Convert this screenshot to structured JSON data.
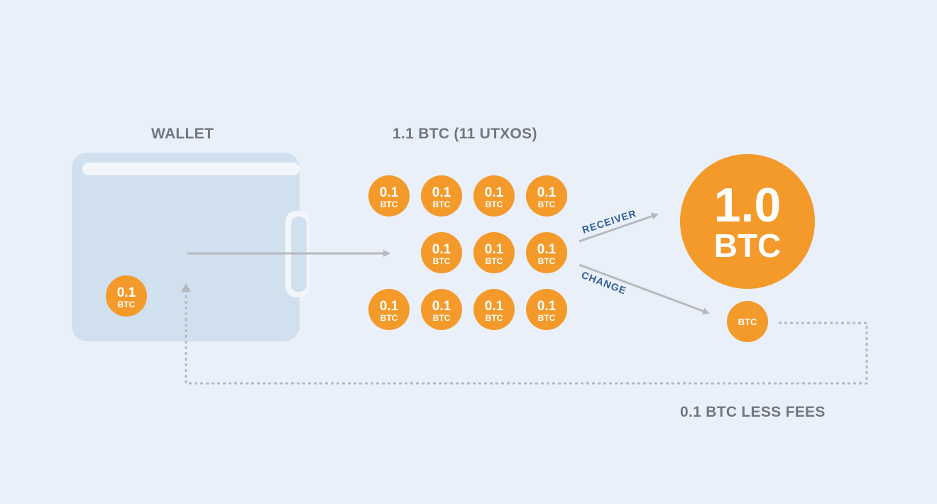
{
  "labels": {
    "wallet": "WALLET",
    "utxos": "1.1 BTC (11 UTXOS)",
    "change_note": "0.1 BTC LESS FEES"
  },
  "wallet_coin": {
    "amount": "0.1",
    "unit": "BTC"
  },
  "utxo_coins": [
    {
      "amount": "0.1",
      "unit": "BTC"
    },
    {
      "amount": "0.1",
      "unit": "BTC"
    },
    {
      "amount": "0.1",
      "unit": "BTC"
    },
    {
      "amount": "0.1",
      "unit": "BTC"
    },
    {
      "amount": "0.1",
      "unit": "BTC"
    },
    {
      "amount": "0.1",
      "unit": "BTC"
    },
    {
      "amount": "0.1",
      "unit": "BTC"
    },
    {
      "amount": "0.1",
      "unit": "BTC"
    },
    {
      "amount": "0.1",
      "unit": "BTC"
    },
    {
      "amount": "0.1",
      "unit": "BTC"
    },
    {
      "amount": "0.1",
      "unit": "BTC"
    }
  ],
  "receiver_coin": {
    "amount": "1.0",
    "unit": "BTC"
  },
  "change_coin": {
    "unit": "BTC"
  },
  "flows": {
    "receiver": "RECEIVER",
    "change": "CHANGE"
  },
  "colors": {
    "background": "#eaf0f9",
    "coin": "#f39a2b",
    "wallet": "#d1e0ef",
    "arrow": "#b7b9bd",
    "flow_label": "#2f5d94",
    "label": "#6f7782"
  }
}
